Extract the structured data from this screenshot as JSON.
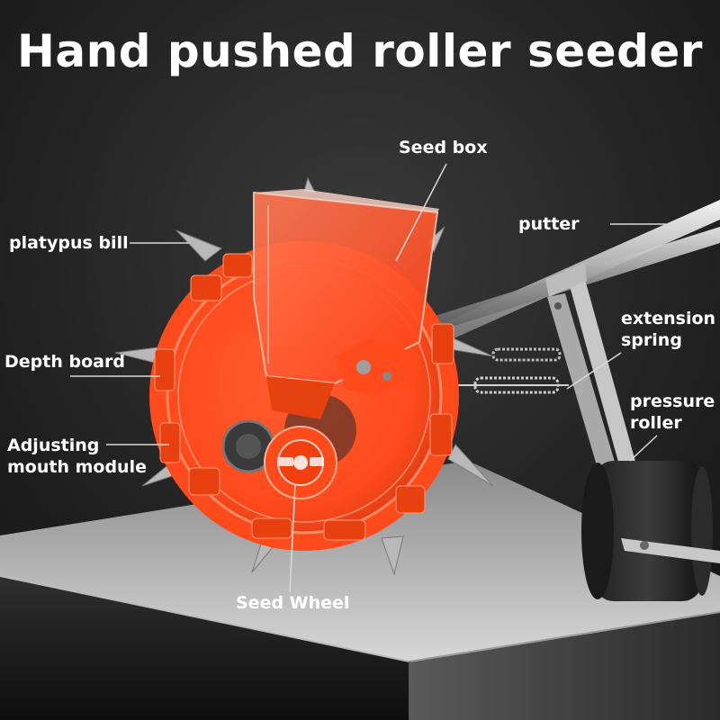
{
  "title": "Hand pushed roller seeder",
  "labels": {
    "seed_box": "Seed box",
    "putter": "putter",
    "platypus_bill": "platypus bill",
    "extension_spring_line1": "extension",
    "extension_spring_line2": "spring",
    "depth_board": "Depth board",
    "pressure_roller_line1": "pressure",
    "pressure_roller_line2": "roller",
    "adjusting_mouth_line1": "Adjusting",
    "adjusting_mouth_line2": "mouth module",
    "seed_wheel": "Seed Wheel"
  },
  "colors": {
    "background_dark": "#1f1f1f",
    "seeder_orange": "#ff4a1c",
    "text": "#ffffff"
  }
}
